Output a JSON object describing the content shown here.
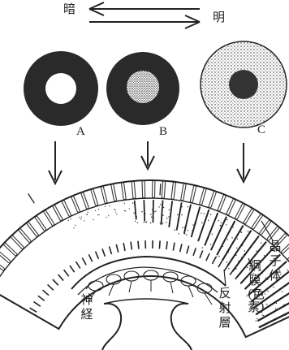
{
  "direction": {
    "dark": "暗",
    "bright": "明"
  },
  "panels": [
    {
      "label": "A"
    },
    {
      "label": "B"
    },
    {
      "label": "C"
    }
  ],
  "structures": {
    "crystalline_cone": "晶子体",
    "retina_pigment_prefix": "網膜",
    "retina_pigment_paren": "(色素)",
    "reflective_layer": "反射層",
    "nerve": "神経"
  }
}
